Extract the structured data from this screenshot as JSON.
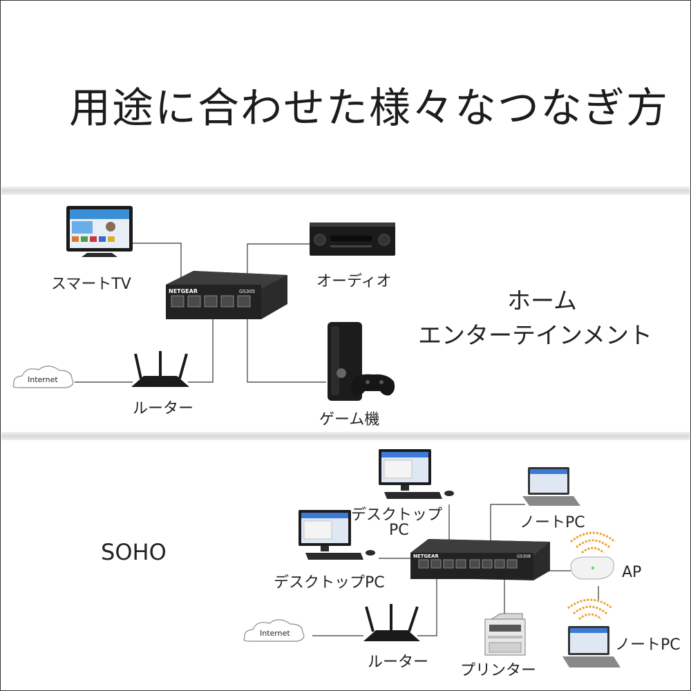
{
  "title": "用途に合わせた様々なつなぎ方",
  "home": {
    "heading_line1": "ホーム",
    "heading_line2": "エンターテインメント",
    "smart_tv": "スマートTV",
    "audio": "オーディオ",
    "router": "ルーター",
    "game": "ゲーム機",
    "internet": "Internet",
    "switch_brand": "NETGEAR",
    "switch_model": "GS305"
  },
  "soho": {
    "heading": "SOHO",
    "desktop1_line1": "デスクトップ",
    "desktop1_line2": "PC",
    "desktop2": "デスクトップPC",
    "notebook1": "ノートPC",
    "notebook2": "ノートPC",
    "ap": "AP",
    "router": "ルーター",
    "printer": "プリンター",
    "internet": "Internet",
    "switch_brand": "NETGEAR",
    "switch_model": "GS308"
  },
  "colors": {
    "line": "#333333",
    "device": "#1f1f1f",
    "wifi": "#f0a030",
    "screen": "#3b7bd6"
  }
}
